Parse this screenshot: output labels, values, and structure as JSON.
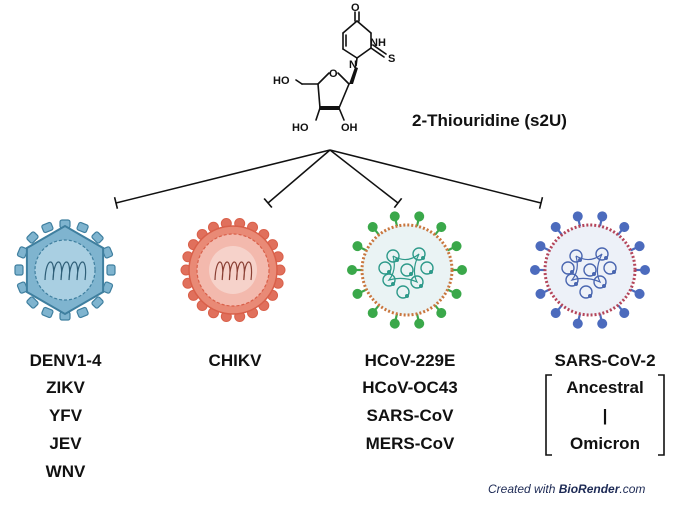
{
  "compound": {
    "name": "2-Thiouridine (s2U)",
    "atoms": {
      "o_top": "O",
      "nh": "NH",
      "s": "S",
      "n": "N",
      "ho_left": "HO",
      "ho_bottom": "HO",
      "oh_bottom": "OH"
    }
  },
  "groups": [
    {
      "id": "flavivirus",
      "labels": [
        "DENV1-4",
        "ZIKV",
        "YFV",
        "JEV",
        "WNV"
      ]
    },
    {
      "id": "alphavirus",
      "labels": [
        "CHIKV"
      ]
    },
    {
      "id": "coronavirus",
      "labels": [
        "HCoV-229E",
        "HCoV-OC43",
        "SARS-CoV",
        "MERS-CoV"
      ]
    },
    {
      "id": "sarscov2",
      "labels": [
        "SARS-CoV-2"
      ],
      "variants": [
        "Ancestral",
        "|",
        "Omicron"
      ]
    }
  ],
  "credit": {
    "prefix": "Created with ",
    "brand": "BioRender",
    "suffix": ".com"
  },
  "colors": {
    "flavi_fill": "#7fb4cf",
    "flavi_stroke": "#3f7f9f",
    "chik_fill": "#f3b9ad",
    "chik_stroke": "#d9604a",
    "corona_spike": "#3aa84a",
    "corona_rna": "#2e9a8a",
    "sars2_spike": "#4c6bbd",
    "sars2_rna": "#4a66b0"
  }
}
